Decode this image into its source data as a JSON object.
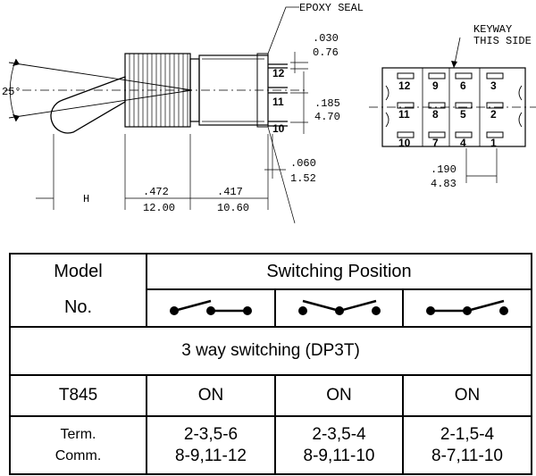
{
  "drawing": {
    "side_view": {
      "angle_label": "25°",
      "epoxy_label": "EPOXY SEAL",
      "pins": [
        "12",
        "11",
        "10"
      ],
      "dim_030": ".030",
      "dim_076": "0.76",
      "dim_185": ".185",
      "dim_470": "4.70",
      "dim_060": ".060",
      "dim_152": "1.52",
      "dim_h": "H",
      "dim_472": ".472",
      "dim_1200": "12.00",
      "dim_417": ".417",
      "dim_1060": "10.60"
    },
    "bottom_view": {
      "keyway_label_1": "KEYWAY",
      "keyway_label_2": "THIS SIDE",
      "pins_row1": [
        "12",
        "9",
        "6",
        "3"
      ],
      "pins_row2": [
        "11",
        "8",
        "5",
        "2"
      ],
      "pins_row3": [
        "10",
        "7",
        "4",
        "1"
      ],
      "dim_190": ".190",
      "dim_483": "4.83"
    }
  },
  "table": {
    "model_header_1": "Model",
    "model_header_2": "No.",
    "switching_header": "Switching Position",
    "switching_type": "3 way switching (DP3T)",
    "model_name": "T845",
    "states": [
      "ON",
      "ON",
      "ON"
    ],
    "term_label_1": "Term.",
    "term_label_2": "Comm.",
    "terms": [
      {
        "line1": "2-3,5-6",
        "line2": "8-9,11-12"
      },
      {
        "line1": "2-3,5-4",
        "line2": "8-9,11-10"
      },
      {
        "line1": "2-1,5-4",
        "line2": "8-7,11-10"
      }
    ]
  }
}
